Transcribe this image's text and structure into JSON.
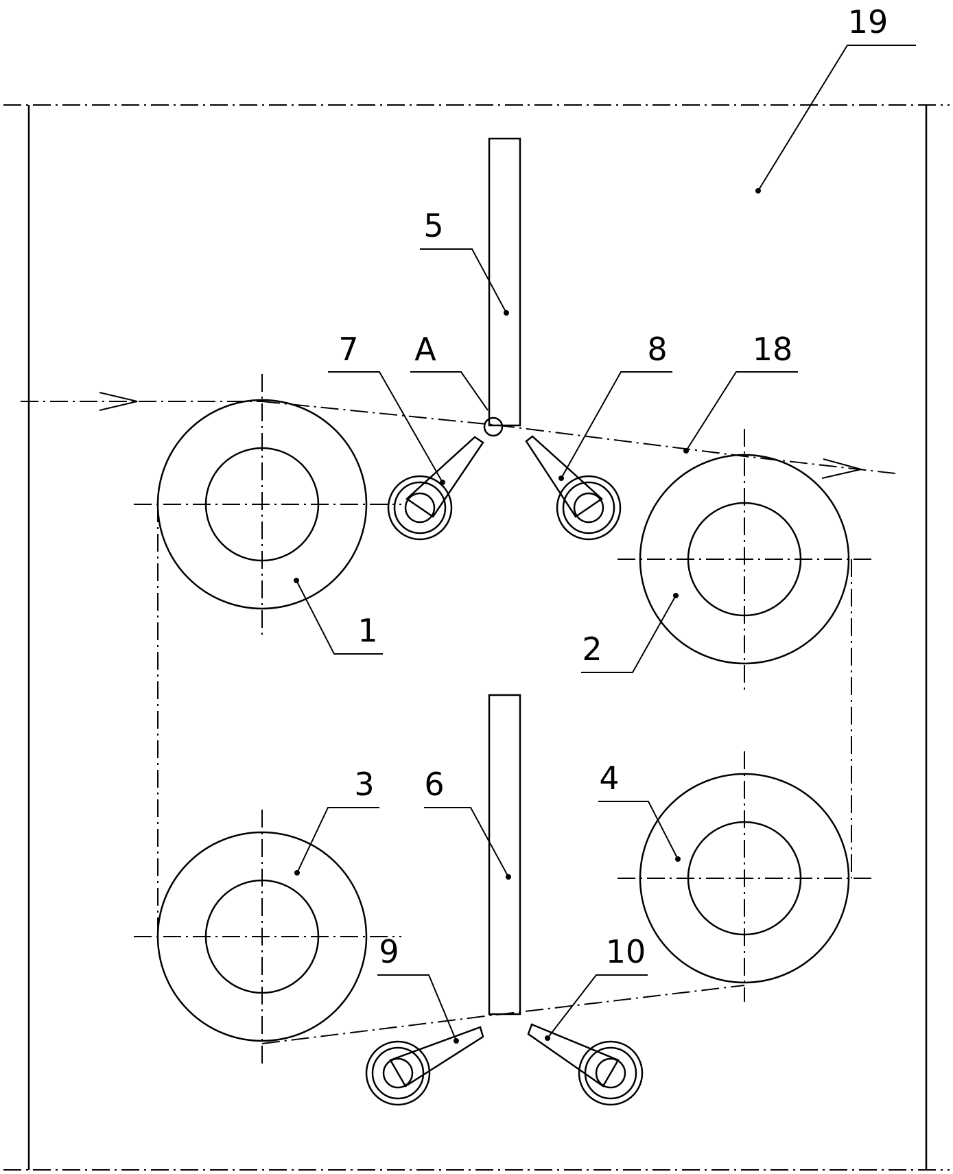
{
  "labels": {
    "frame": "19",
    "blade_top": "5",
    "blade_bottom": "6",
    "roller_1": "1",
    "roller_2": "2",
    "roller_3": "3",
    "roller_4": "4",
    "point_a": "A",
    "cam_7": "7",
    "cam_8": "8",
    "cam_9": "9",
    "cam_10": "10",
    "film_path": "18"
  },
  "colors": {
    "line": "#000000",
    "background": "#ffffff"
  }
}
